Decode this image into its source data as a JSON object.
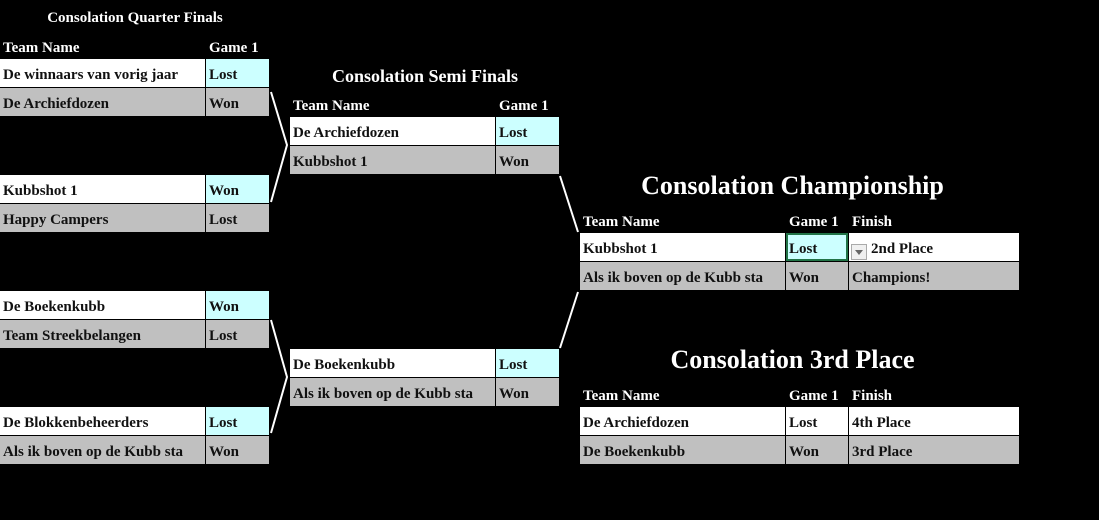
{
  "qf": {
    "title": "Consolation Quarter Finals",
    "col_team": "Team Name",
    "col_game": "Game 1",
    "matches": [
      [
        {
          "team": "De winnaars van vorig jaar",
          "game": "Lost"
        },
        {
          "team": "De Archiefdozen",
          "game": "Won"
        }
      ],
      [
        {
          "team": "Kubbshot 1",
          "game": "Won"
        },
        {
          "team": "Happy Campers",
          "game": "Lost"
        }
      ],
      [
        {
          "team": "De Boekenkubb",
          "game": "Won"
        },
        {
          "team": "Team Streekbelangen",
          "game": "Lost"
        }
      ],
      [
        {
          "team": "De Blokkenbeheerders",
          "game": "Lost"
        },
        {
          "team": "Als ik boven op de Kubb sta",
          "game": "Won"
        }
      ]
    ]
  },
  "sf": {
    "title": "Consolation Semi Finals",
    "col_team": "Team Name",
    "col_game": "Game 1",
    "matches": [
      [
        {
          "team": "De Archiefdozen",
          "game": "Lost"
        },
        {
          "team": "Kubbshot 1",
          "game": "Won"
        }
      ],
      [
        {
          "team": "De Boekenkubb",
          "game": "Lost"
        },
        {
          "team": "Als ik boven op de Kubb sta",
          "game": "Won"
        }
      ]
    ]
  },
  "champ": {
    "title": "Consolation Championship",
    "col_team": "Team Name",
    "col_game": "Game 1",
    "col_finish": "Finish",
    "rows": [
      {
        "team": "Kubbshot 1",
        "game": "Lost",
        "finish": "2nd Place"
      },
      {
        "team": "Als ik boven op de Kubb sta",
        "game": "Won",
        "finish": "Champions!"
      }
    ]
  },
  "third": {
    "title": "Consolation 3rd Place",
    "col_team": "Team Name",
    "col_game": "Game 1",
    "col_finish": "Finish",
    "rows": [
      {
        "team": "De Archiefdozen",
        "game": "Lost",
        "finish": "4th Place"
      },
      {
        "team": "De Boekenkubb",
        "game": "Won",
        "finish": "3rd Place"
      }
    ]
  }
}
